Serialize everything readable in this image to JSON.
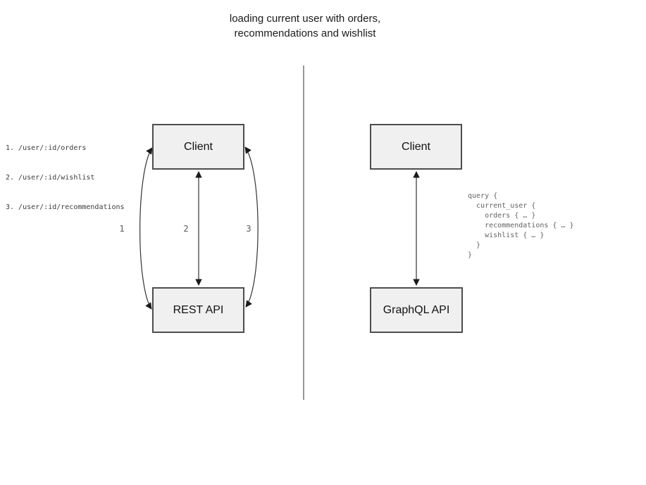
{
  "title": {
    "line1": "loading current user with orders,",
    "line2": "recommendations and wishlist"
  },
  "rest_side": {
    "endpoints": [
      "1. /user/:id/orders",
      "2. /user/:id/wishlist",
      "3. /user/:id/recommendations"
    ],
    "client_box_label": "Client",
    "api_box_label": "REST API",
    "arrow_labels": [
      "1",
      "2",
      "3"
    ]
  },
  "graphql_side": {
    "client_box_label": "Client",
    "api_box_label": "GraphQL API",
    "query": "query {\n  current_user {\n    orders { … }\n    recommendations { … }\n    wishlist { … }\n  }\n}"
  },
  "colors": {
    "box_fill": "#f0f0f0",
    "box_border": "#4d4d4d",
    "arrow_stroke": "#333333",
    "divider": "#757575",
    "code_text": "#636363",
    "title_text": "#1a1a1a"
  }
}
